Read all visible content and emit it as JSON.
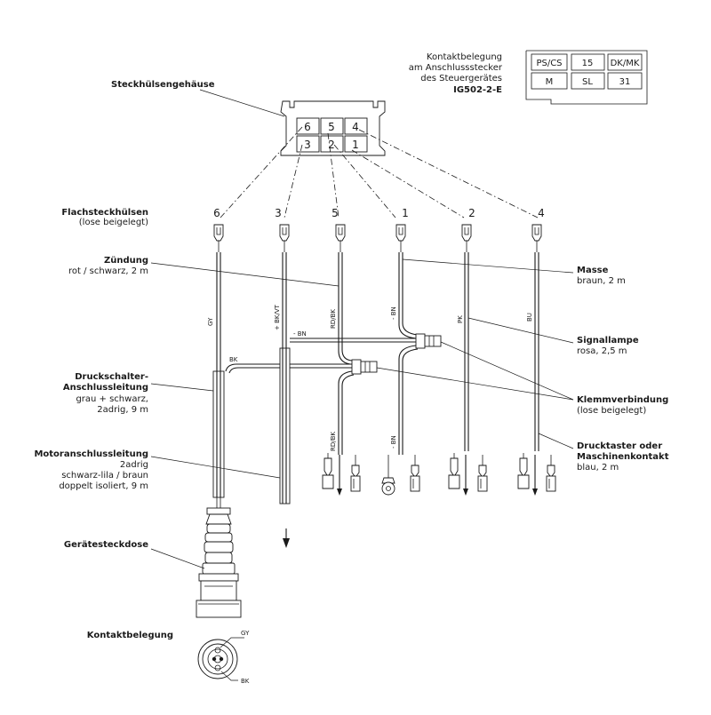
{
  "contact_table": {
    "caption": [
      "Kontaktbelegung",
      "am Anschlussstecker",
      "des Steuergerätes",
      "IG502-2-E"
    ],
    "cells": [
      [
        "PS/CS",
        "15",
        "DK/MK"
      ],
      [
        "M",
        "SL",
        "31"
      ]
    ]
  },
  "housing": {
    "label": "Steckhülsengehäuse",
    "pins_top": [
      "6",
      "5",
      "4"
    ],
    "pins_bottom": [
      "3",
      "2",
      "1"
    ]
  },
  "flat_terminals": {
    "label": [
      "Flachsteckhülsen",
      "(lose beigelegt)"
    ],
    "numbers": [
      "6",
      "3",
      "5",
      "1",
      "2",
      "4"
    ]
  },
  "wire_codes": {
    "gy": "GY",
    "bkvt": "+ BK/VT",
    "rdbk": "RD/BK",
    "bn": "- BN",
    "pk": "PK",
    "bu": "BU",
    "bk": "BK",
    "bn_top": "- BN",
    "rdbk_low": "RD/BK",
    "bn_low": "- BN"
  },
  "labels": {
    "zuendung": [
      "Zündung",
      "rot / schwarz, 2 m"
    ],
    "masse": [
      "Masse",
      "braun, 2 m"
    ],
    "signallampe": [
      "Signallampe",
      "rosa, 2,5 m"
    ],
    "klemm": [
      "Klemmverbindung",
      "(lose beigelegt)"
    ],
    "druckschalter": [
      "Druckschalter-",
      "Anschlussleitung",
      "grau + schwarz,",
      "2adrig, 9 m"
    ],
    "drucktaster": [
      "Drucktaster oder",
      "Maschinenkontakt",
      "blau, 2 m"
    ],
    "motor": [
      "Motoranschlussleitung",
      "2adrig",
      "schwarz-lila / braun",
      "doppelt isoliert, 9 m"
    ],
    "geraetesteckdose": "Gerätesteckdose",
    "kontaktbelegung": "Kontaktbelegung",
    "socket_gy": "GY",
    "socket_bk": "BK"
  }
}
